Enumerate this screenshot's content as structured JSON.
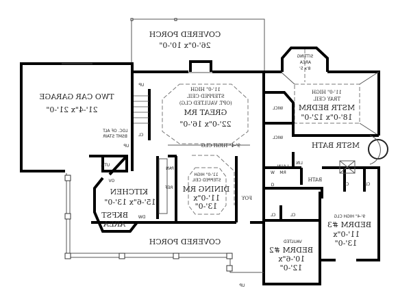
{
  "title": "Floor Plan",
  "rooms": {
    "front_porch": {
      "name": "COVERED PORCH",
      "size": "26'-0\"x 10'-0\""
    },
    "garage": {
      "name": "TWO CAR GARAGE",
      "size": "21'-4\"x 21'-0\""
    },
    "great_room": {
      "note1": "11'-0\" HIGH",
      "note2": "STEPPED CEIL",
      "note3": "(OPT. VAULTED CLG)",
      "name": "GREAT RM",
      "size": "22'-0\"x 16'-0\""
    },
    "hall_clg": "9'-4\" HIGH CLG",
    "sitting": {
      "name1": "SITTING",
      "name2": "AREA",
      "size": "8'x 5'"
    },
    "master_bed": {
      "note1": "11'-0\" HIGH",
      "note2": "TRAY CEIL",
      "name": "MSTR BEDRM",
      "size": "18'-0\"x 12'-0\""
    },
    "wicl1": "WICL",
    "wicl2": "WICL",
    "master_bath": "MSTR BATH",
    "lin": "LIN",
    "laundry": {
      "name1": "LAUN",
      "name2": "RM",
      "w": "W",
      "d": "D"
    },
    "bath": "BATH",
    "cl_bath1": "CL",
    "cl_bath2": "CL",
    "bed3": {
      "note": "9'-4\" HIGH CLG",
      "name": "BEDRM #3",
      "size1": "11'-0\"x",
      "size2": "13'-0\""
    },
    "bed2": {
      "note": "VAULTED",
      "name": "BEDRM #2",
      "size1": "10'-6\"x",
      "size2": "12'-0\""
    },
    "cl_bed2a": "CL",
    "cl_bed2b": "CL",
    "foyer": "FOY",
    "dining": {
      "note1": "11'-0\" HIGH",
      "note2": "STEPPED CEIL",
      "name": "DINING RM",
      "size1": "11'-0\"x",
      "size2": "13'-0\""
    },
    "pantry": "PAN",
    "ref": "REF",
    "kitchen": {
      "name": "KITCHEN",
      "size": "15'-6\"x 13'-0\""
    },
    "bkfst": {
      "name1": "BKFST",
      "name2": "AREA"
    },
    "dw": "DW",
    "ov": "OV",
    "util": "UTIL",
    "rear_porch": "COVERED PORCH",
    "stair_cl": "CL",
    "alt_stair": {
      "line1": "LOC. OF ALT",
      "line2": "BSMT STAIR"
    },
    "up1": "UP",
    "up2": "UP",
    "up3": "UP"
  }
}
